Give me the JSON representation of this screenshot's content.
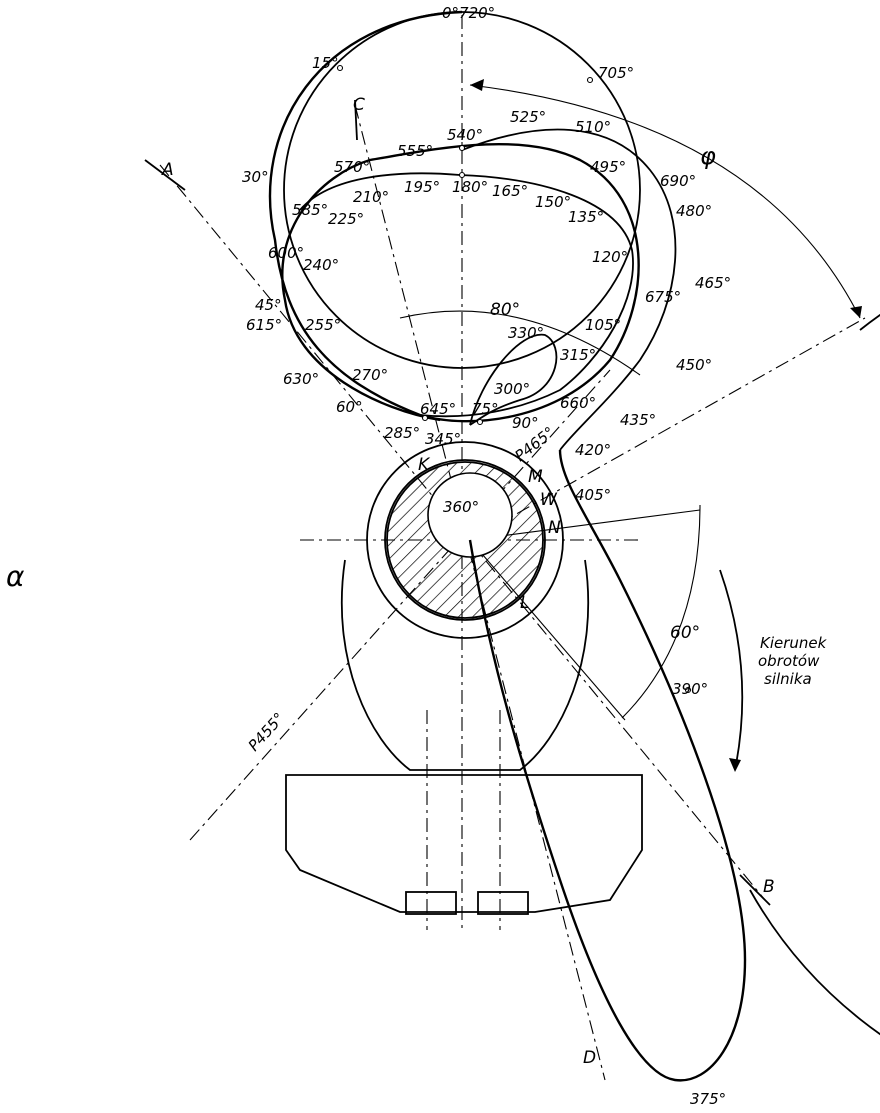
{
  "angle_labels": [
    "0°720°",
    "15°",
    "705°",
    "30°",
    "690°",
    "45°",
    "675°",
    "60°",
    "645°",
    "75°",
    "90°",
    "105°",
    "120°",
    "135°",
    "150°",
    "165°",
    "180°",
    "195°",
    "210°",
    "225°",
    "240°",
    "255°",
    "270°",
    "285°",
    "300°",
    "315°",
    "330°",
    "345°",
    "360°",
    "375°",
    "390°",
    "405°",
    "420°",
    "435°",
    "450°",
    "465°",
    "480°",
    "495°",
    "510°",
    "525°",
    "540°",
    "555°",
    "570°",
    "585°",
    "600°",
    "615°",
    "630°",
    "660°"
  ],
  "letters": {
    "A": "A",
    "B": "B",
    "C": "C",
    "D": "D",
    "K": "K",
    "M": "M",
    "W": "W",
    "N": "N",
    "L": "L",
    "alpha": "α",
    "phi": "φ"
  },
  "force_labels": {
    "p465": "P465°",
    "p455": "P455°"
  },
  "arc_labels": {
    "a80": "80°",
    "a60": "60°"
  },
  "rotation_note": [
    "Kierunek",
    "obrotów",
    "silnika"
  ]
}
